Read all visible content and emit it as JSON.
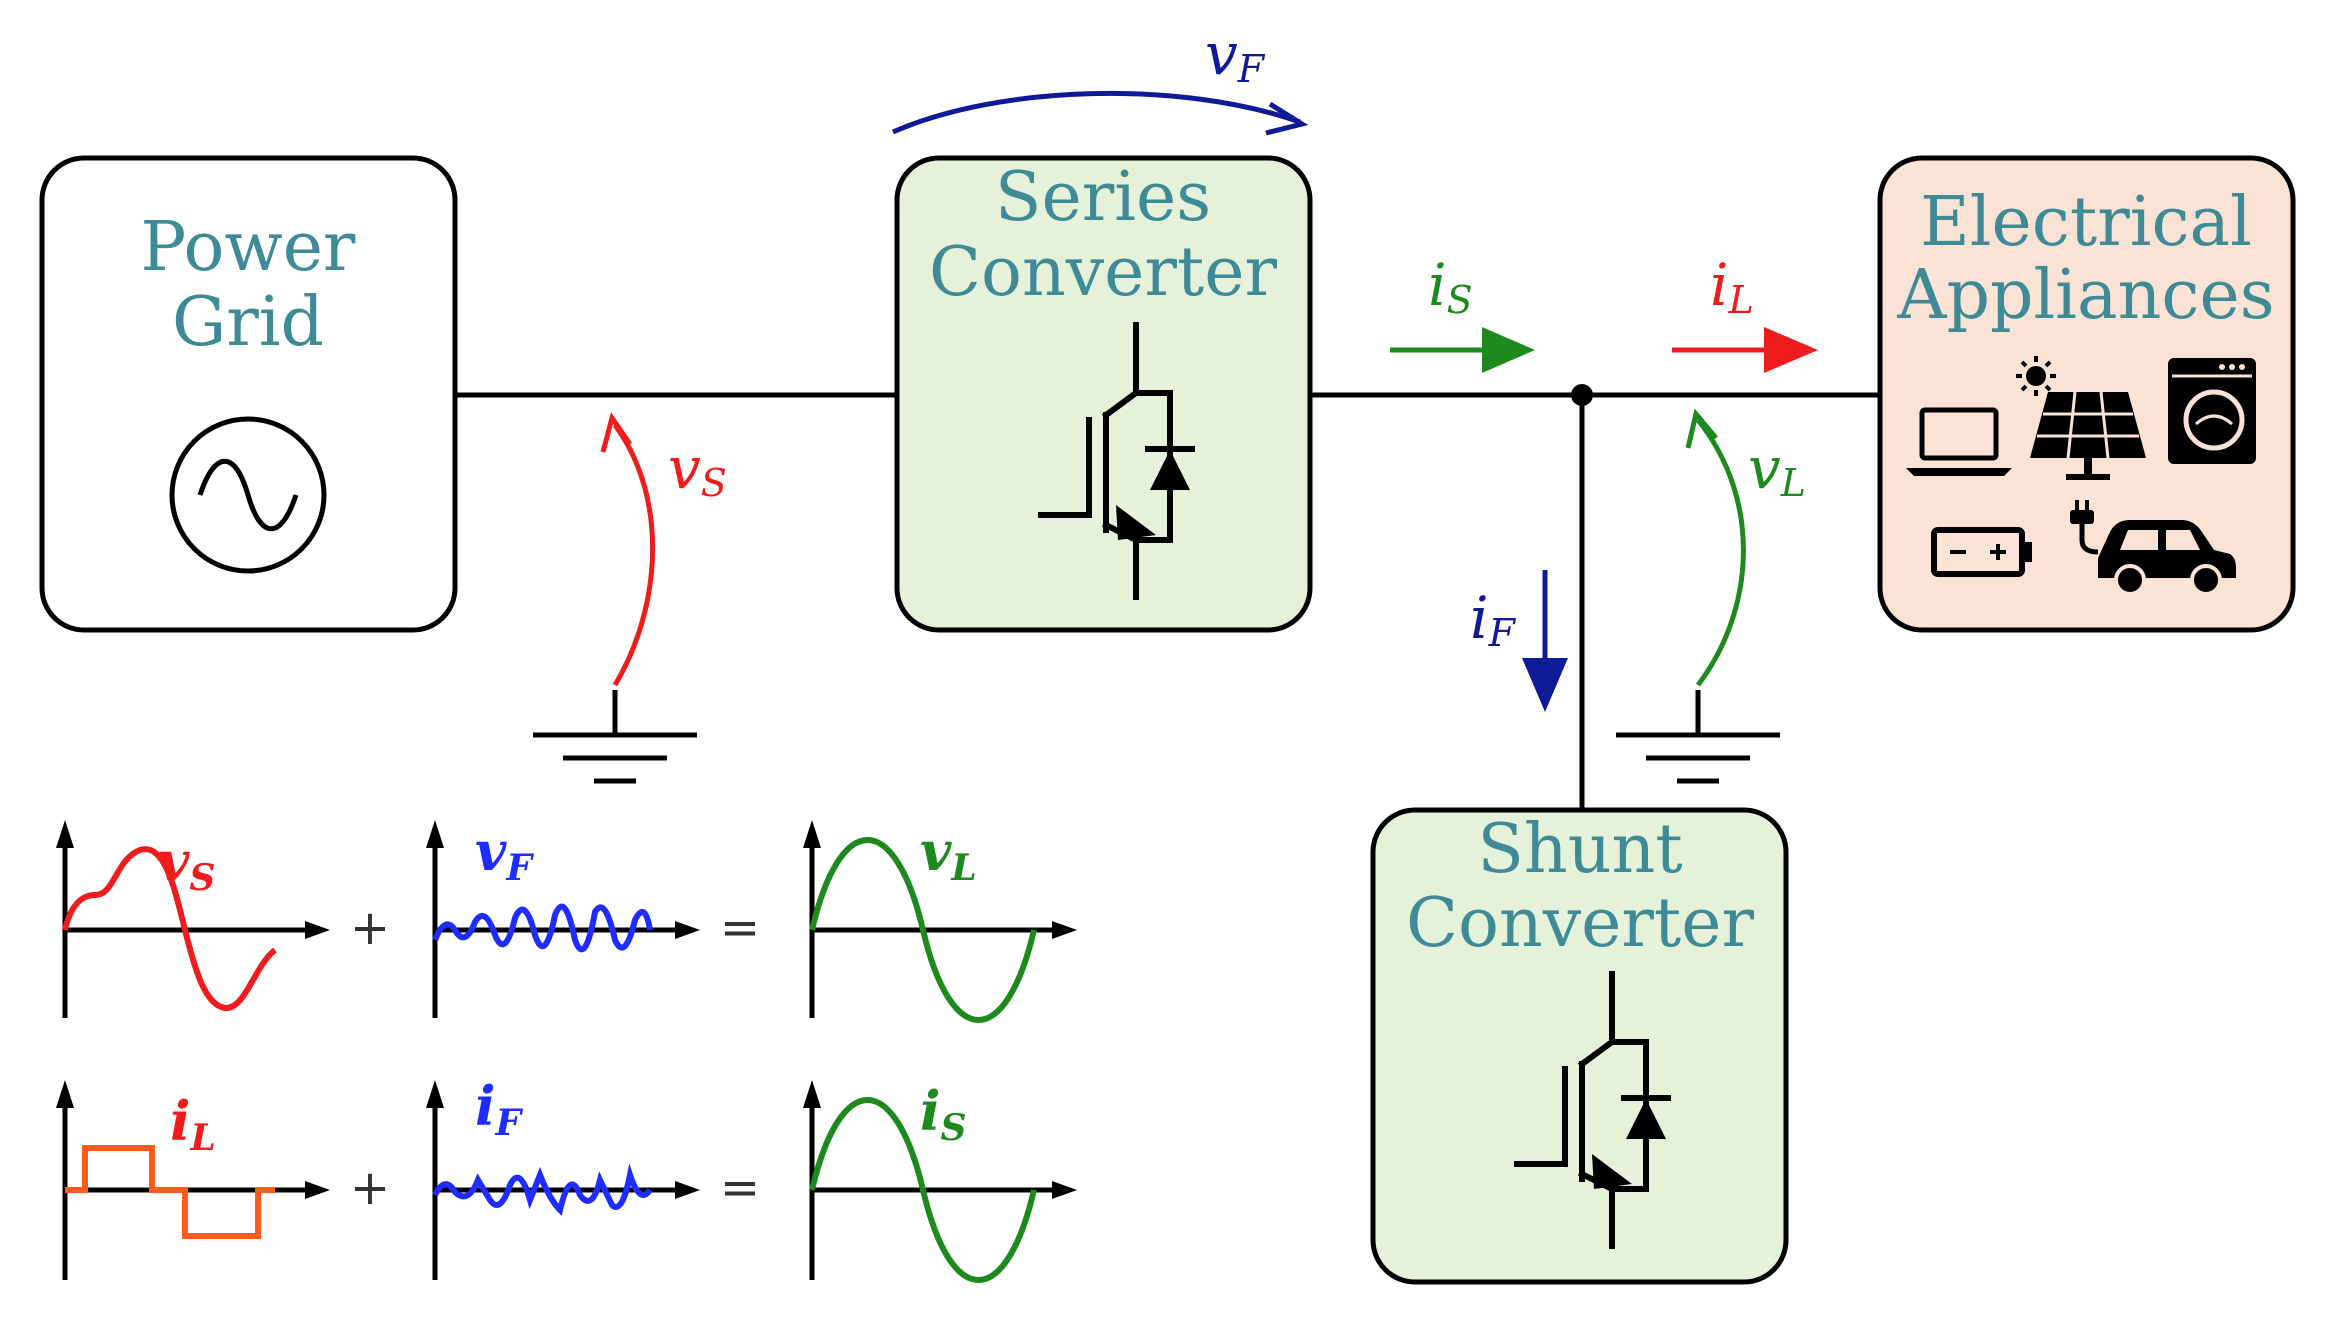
{
  "blocks": {
    "power_grid": {
      "line1": "Power",
      "line2": "Grid"
    },
    "series_converter": {
      "line1": "Series",
      "line2": "Converter"
    },
    "shunt_converter": {
      "line1": "Shunt",
      "line2": "Converter"
    },
    "appliances": {
      "line1": "Electrical",
      "line2": "Appliances"
    }
  },
  "signals": {
    "vS": {
      "base": "v",
      "sub": "S"
    },
    "vF": {
      "base": "v",
      "sub": "F"
    },
    "vL": {
      "base": "v",
      "sub": "L"
    },
    "iS": {
      "base": "i",
      "sub": "S"
    },
    "iL": {
      "base": "i",
      "sub": "L"
    },
    "iF": {
      "base": "i",
      "sub": "F"
    }
  },
  "waveform_equations": {
    "voltage": {
      "left": {
        "base": "v",
        "sub": "S"
      },
      "middle": {
        "base": "v",
        "sub": "F"
      },
      "right": {
        "base": "v",
        "sub": "L"
      },
      "op1": "+",
      "op2": "="
    },
    "current": {
      "left": {
        "base": "i",
        "sub": "L"
      },
      "middle": {
        "base": "i",
        "sub": "F"
      },
      "right": {
        "base": "i",
        "sub": "S"
      },
      "op1": "+",
      "op2": "="
    }
  },
  "colors": {
    "box_title": "#3e8a96",
    "converter_fill": "#e6f1d9",
    "appliance_fill": "#fae3d4",
    "vS_red": "#ee1c1c",
    "vF_blue": "#0f1a96",
    "vL_green": "#1e8a1e",
    "wf_blue": "#1e2cff",
    "wf_orange": "#ff5a1e"
  },
  "icons": [
    "ac-source-icon",
    "igbt-diode-icon",
    "ground-icon",
    "laptop-icon",
    "solar-panel-icon",
    "washing-machine-icon",
    "battery-icon",
    "electric-car-icon"
  ]
}
